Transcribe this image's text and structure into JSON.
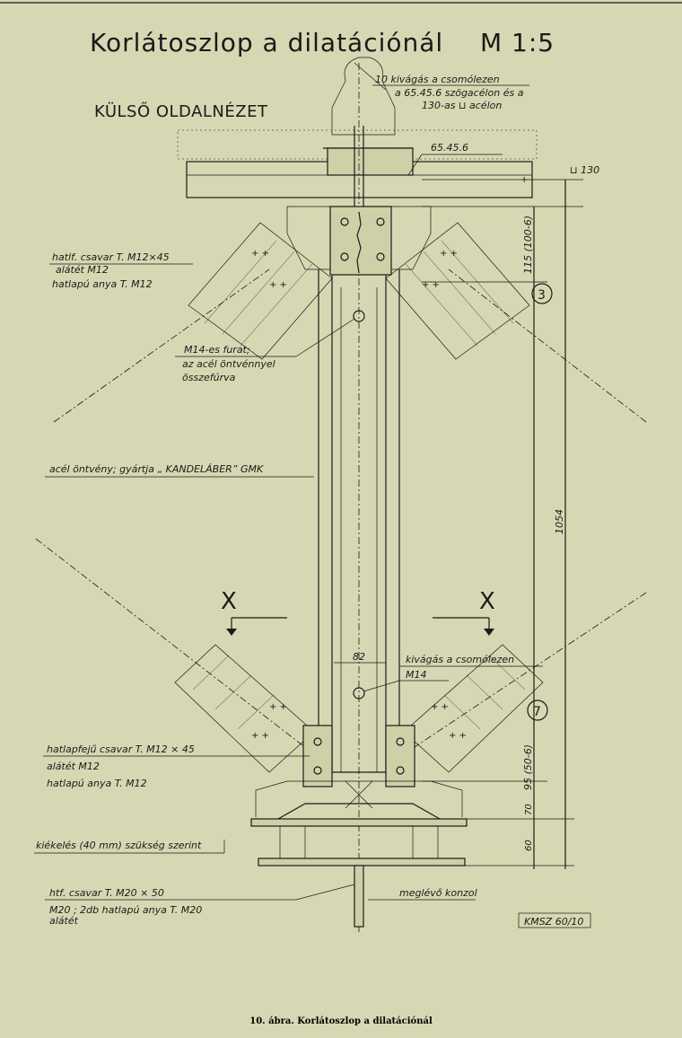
{
  "title": "Korlátoszlop a dilatációnál",
  "scale": "M 1:5",
  "view_label": "KÜLSŐ OLDALNÉZET",
  "top_notes": {
    "line1": "10 kivágás a csomólezen",
    "line2": "a 65.45.6 szögacélon és a",
    "line3": "130-as ⊔ acélon"
  },
  "angle_label": "65.45.6",
  "channel_label": "⊔ 130",
  "upper_bolt_spec": {
    "line1": "hatlf. csavar T. M12×45",
    "line2": "alátét          M12",
    "line3": "hatlapú anya T. M12"
  },
  "hole_note": {
    "line1": "M14-es furat;",
    "line2": "az acél öntvénnyel",
    "line3": "összefúrva"
  },
  "casting_note": "acél öntvény; gyártja „ KANDELÁBER” GMK",
  "section_mark": "X",
  "lower_notes": {
    "cutout": "kivágás a csomólezen",
    "hole": "M14",
    "dim_82": "82"
  },
  "lower_bolt_spec": {
    "line1": "hatlapfejű csavar T. M12 × 45",
    "line2": "alátét                  M12",
    "line3": "hatlapú anya T.        M12"
  },
  "shim_note": "kiékelés (40 mm) szükség szerint",
  "base_bolt_spec": {
    "line1": "htf. csavar T. M20 × 50",
    "line2": "M20  ; 2db hatlapú anya T. M20",
    "line3": "alátét"
  },
  "existing_bracket": "meglévő konzol",
  "dimensions": {
    "total": "1054",
    "upper": "115 (100-6)",
    "lower": "95 (50-6)",
    "d70": "70",
    "d60": "60"
  },
  "callouts": {
    "upper": "3",
    "lower": "7"
  },
  "drawing_code": "KMSZ 60/10",
  "caption": "10. ábra. Korlátoszlop a dilatációnál"
}
